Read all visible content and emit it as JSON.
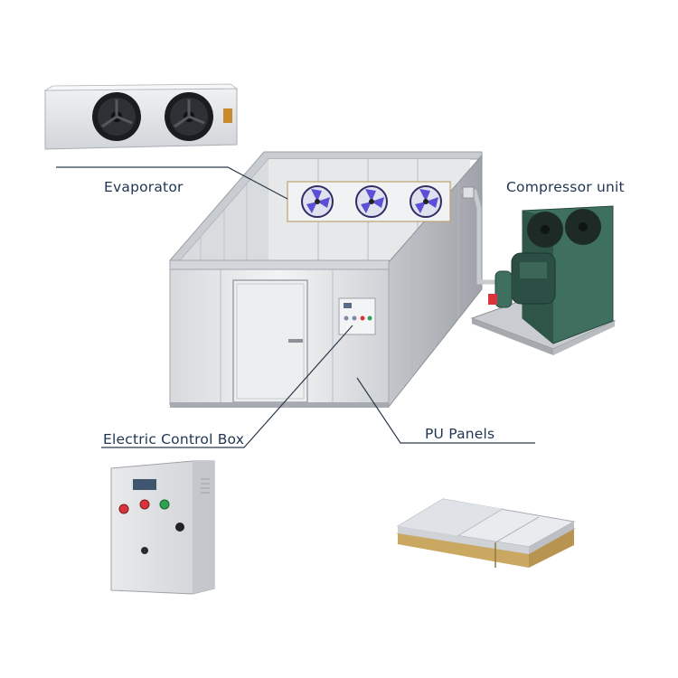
{
  "labels": {
    "evaporator": "Evaporator",
    "compressor_unit": "Compressor unit",
    "electric_control_box": "Electric Control Box",
    "pu_panels": "PU Panels"
  },
  "colors": {
    "label_text": "#1f3552",
    "leader_line": "#2b3a4a",
    "panel_steel": "#e4e6e9",
    "fan_blade": "#5b4fd6",
    "compressor_green": "#3f6f5e",
    "insulation_core": "#d8bf80",
    "button_red": "#d9343b",
    "button_green": "#2ea24f"
  },
  "icons": {
    "evaporator_unit": "two-fan-evaporator-icon",
    "compressor": "condensing-unit-icon",
    "control_box": "electric-cabinet-icon",
    "panel": "sandwich-panel-icon"
  }
}
